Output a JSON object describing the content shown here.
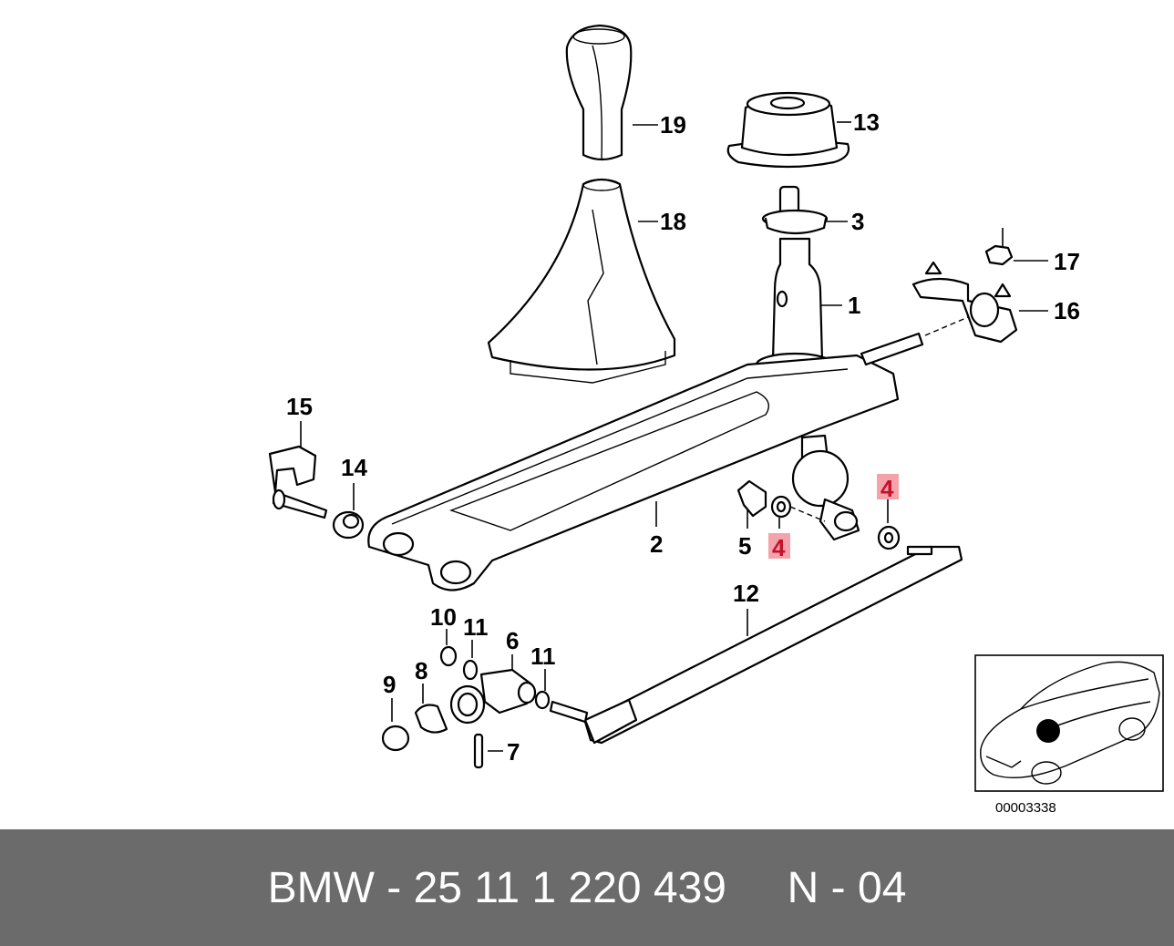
{
  "diagram": {
    "callouts": [
      {
        "id": "c19",
        "label": "19",
        "highlight": false
      },
      {
        "id": "c13",
        "label": "13",
        "highlight": false
      },
      {
        "id": "c18",
        "label": "18",
        "highlight": false
      },
      {
        "id": "c3",
        "label": "3",
        "highlight": false
      },
      {
        "id": "c17",
        "label": "17",
        "highlight": false
      },
      {
        "id": "c1",
        "label": "1",
        "highlight": false
      },
      {
        "id": "c16",
        "label": "16",
        "highlight": false
      },
      {
        "id": "c15",
        "label": "15",
        "highlight": false
      },
      {
        "id": "c14",
        "label": "14",
        "highlight": false
      },
      {
        "id": "c4a",
        "label": "4",
        "highlight": true
      },
      {
        "id": "c2",
        "label": "2",
        "highlight": false
      },
      {
        "id": "c5",
        "label": "5",
        "highlight": false
      },
      {
        "id": "c4b",
        "label": "4",
        "highlight": true
      },
      {
        "id": "c12",
        "label": "12",
        "highlight": false
      },
      {
        "id": "c10",
        "label": "10",
        "highlight": false
      },
      {
        "id": "c11a",
        "label": "11",
        "highlight": false
      },
      {
        "id": "c6",
        "label": "6",
        "highlight": false
      },
      {
        "id": "c11b",
        "label": "11",
        "highlight": false
      },
      {
        "id": "c9",
        "label": "9",
        "highlight": false
      },
      {
        "id": "c8",
        "label": "8",
        "highlight": false
      },
      {
        "id": "c7",
        "label": "7",
        "highlight": false
      }
    ],
    "reference_number": "00003338",
    "highlight_color": "#f5a3aa"
  },
  "footer": {
    "text": "BMW - 25 11 1 220 439     N - 04",
    "background": "#6b6b6b"
  }
}
